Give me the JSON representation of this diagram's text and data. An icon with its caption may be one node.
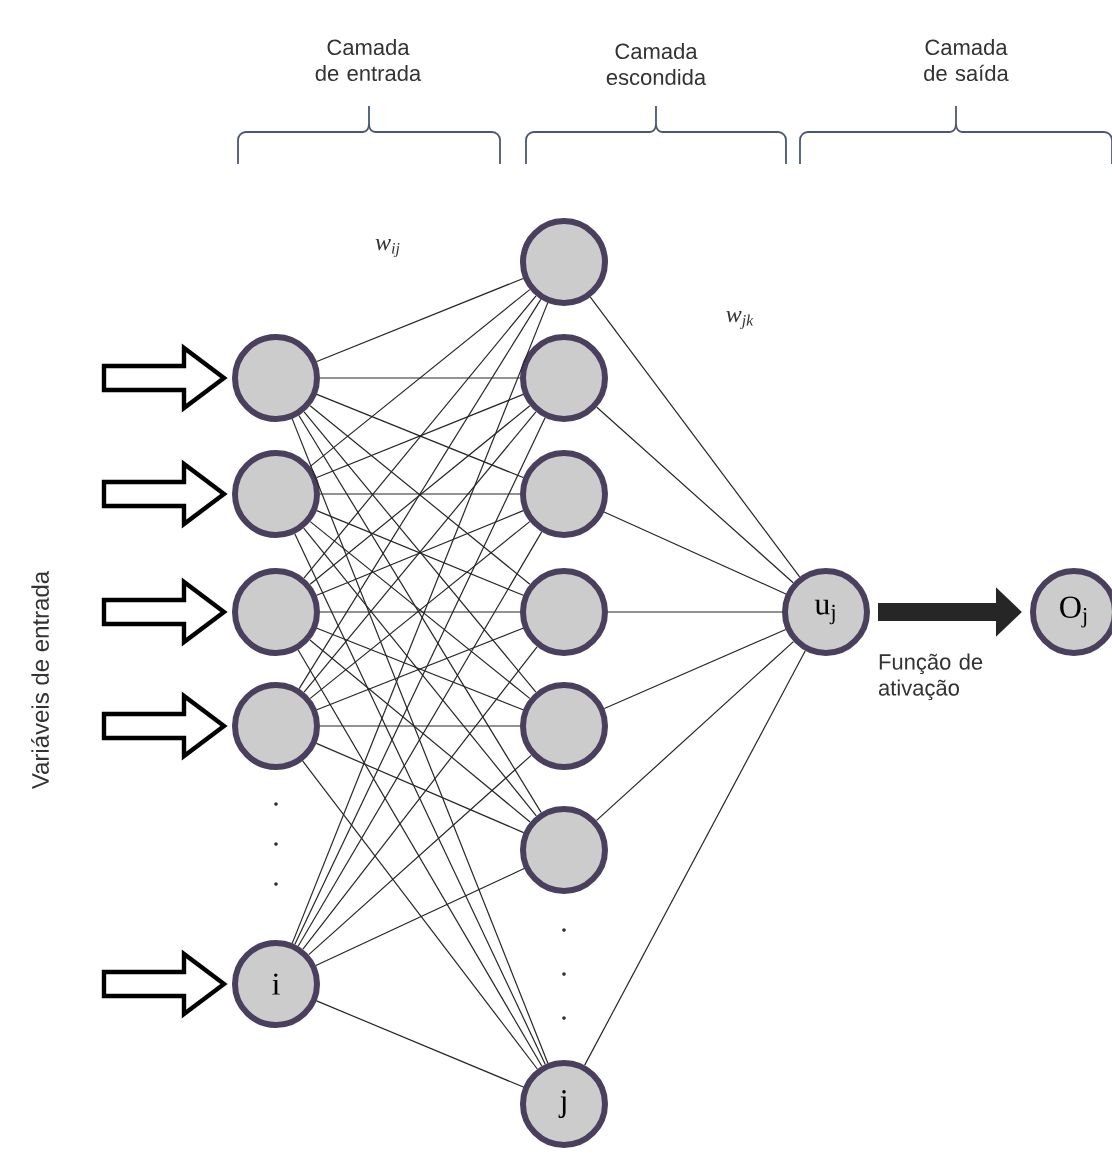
{
  "diagram": {
    "nodes": [
      {
        "text": [],
        "shape": "circle"
      },
      {
        "text": [],
        "shape": "circle"
      },
      {
        "text": [],
        "shape": "circle"
      },
      {
        "text": [],
        "shape": "circle"
      },
      {
        "text": [
          "i"
        ]
      },
      {
        "text": [],
        "shape": "circle"
      },
      {
        "text": [],
        "shape": "circle"
      },
      {
        "text": [],
        "shape": "circle"
      },
      {
        "text": [],
        "shape": "circle"
      },
      {
        "text": [],
        "shape": "circle"
      },
      {
        "text": [],
        "shape": "circle"
      },
      {
        "text": [
          "j"
        ]
      },
      {
        "text": [
          "u$_{j}$"
        ]
      },
      {
        "text": [
          "O$_{j}$"
        ]
      }
    ],
    "edges": [
      {
        "from": null,
        "to": 0,
        "arrow": "to"
      },
      {
        "from": null,
        "to": 1,
        "arrow": "to"
      },
      {
        "from": null,
        "to": 2,
        "arrow": "to"
      },
      {
        "from": null,
        "to": 3,
        "arrow": "to"
      },
      {
        "from": null,
        "to": 4,
        "arrow": "to"
      },
      {
        "from": 0,
        "to": 5,
        "arrow": "none"
      },
      {
        "from": 0,
        "to": 6,
        "arrow": "none"
      },
      {
        "from": 0,
        "to": 7,
        "arrow": "none"
      },
      {
        "from": 0,
        "to": 8,
        "arrow": "none"
      },
      {
        "from": 0,
        "to": 9,
        "arrow": "none"
      },
      {
        "from": 0,
        "to": 10,
        "arrow": "none"
      },
      {
        "from": 0,
        "to": 11,
        "arrow": "none"
      },
      {
        "from": 1,
        "to": 5,
        "arrow": "none"
      },
      {
        "from": 1,
        "to": 6,
        "arrow": "none"
      },
      {
        "from": 1,
        "to": 7,
        "arrow": "none"
      },
      {
        "from": 1,
        "to": 8,
        "arrow": "none"
      },
      {
        "from": 1,
        "to": 9,
        "arrow": "none"
      },
      {
        "from": 1,
        "to": 10,
        "arrow": "none"
      },
      {
        "from": 1,
        "to": 11,
        "arrow": "none"
      },
      {
        "from": 2,
        "to": 5,
        "arrow": "none"
      },
      {
        "from": 2,
        "to": 6,
        "arrow": "none"
      },
      {
        "from": 2,
        "to": 7,
        "arrow": "none"
      },
      {
        "from": 2,
        "to": 8,
        "arrow": "none"
      },
      {
        "from": 2,
        "to": 9,
        "arrow": "none"
      },
      {
        "from": 2,
        "to": 10,
        "arrow": "none"
      },
      {
        "from": 2,
        "to": 11,
        "arrow": "none"
      },
      {
        "from": 3,
        "to": 5,
        "arrow": "none"
      },
      {
        "from": 3,
        "to": 6,
        "arrow": "none"
      },
      {
        "from": 3,
        "to": 7,
        "arrow": "none"
      },
      {
        "from": 3,
        "to": 8,
        "arrow": "none"
      },
      {
        "from": 3,
        "to": 9,
        "arrow": "none"
      },
      {
        "from": 3,
        "to": 10,
        "arrow": "none"
      },
      {
        "from": 3,
        "to": 11,
        "arrow": "none"
      },
      {
        "from": 4,
        "to": 5,
        "arrow": "none"
      },
      {
        "from": 4,
        "to": 6,
        "arrow": "none"
      },
      {
        "from": 4,
        "to": 7,
        "arrow": "none"
      },
      {
        "from": 4,
        "to": 8,
        "arrow": "none"
      },
      {
        "from": 4,
        "to": 9,
        "arrow": "none"
      },
      {
        "from": 4,
        "to": 10,
        "arrow": "none"
      },
      {
        "from": 4,
        "to": 11,
        "arrow": "none"
      },
      {
        "from": 5,
        "to": 12,
        "arrow": "none"
      },
      {
        "from": 6,
        "to": 12,
        "arrow": "none"
      },
      {
        "from": 7,
        "to": 12,
        "arrow": "none"
      },
      {
        "from": 8,
        "to": 12,
        "arrow": "none"
      },
      {
        "from": 9,
        "to": 12,
        "arrow": "none"
      },
      {
        "from": 10,
        "to": 12,
        "arrow": "none"
      },
      {
        "from": 11,
        "to": 12,
        "arrow": "none"
      },
      {
        "from": 12,
        "to": 13,
        "arrow": "to",
        "style": "thick",
        "label": "Função de ativação"
      }
    ],
    "labels": [
      "Camada de entrada",
      "Camada escondida",
      "Camada de saída",
      "w$_{ij}$",
      "w$_{jk}$",
      "Variáveis de entrada"
    ]
  }
}
